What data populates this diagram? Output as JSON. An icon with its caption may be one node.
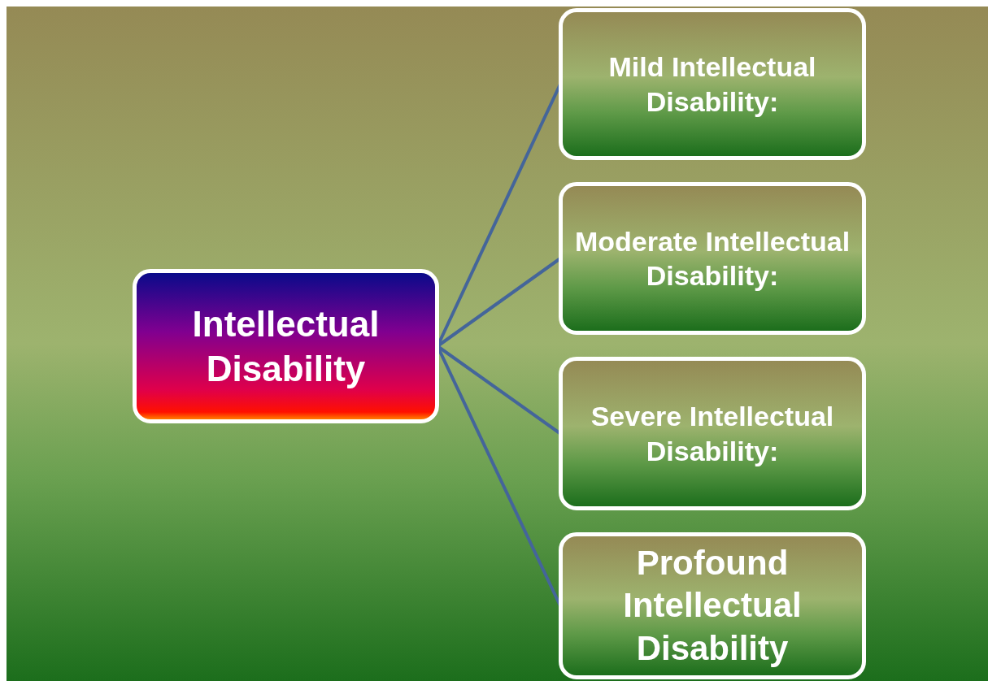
{
  "diagram": {
    "nodes": [
      {
        "text": [
          "Intellectual Disability"
        ]
      },
      {
        "text": [
          "Mild Intellectual Disability:"
        ]
      },
      {
        "text": [
          "Moderate Intellectual Disability:"
        ]
      },
      {
        "text": [
          "Severe Intellectual Disability:"
        ]
      },
      {
        "text": [
          "Profound Intellectual Disability"
        ]
      }
    ],
    "edges": [
      {
        "from": 0,
        "to": 1,
        "arrow": "none"
      },
      {
        "from": 0,
        "to": 2,
        "arrow": "none"
      },
      {
        "from": 0,
        "to": 3,
        "arrow": "none"
      },
      {
        "from": 0,
        "to": 4,
        "arrow": "none"
      }
    ]
  }
}
